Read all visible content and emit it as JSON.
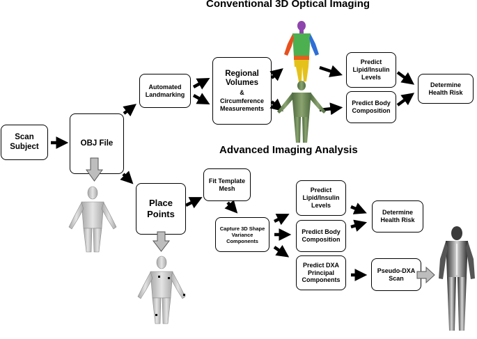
{
  "titles": {
    "conventional": "Conventional 3D Optical Imaging",
    "advanced": "Advanced Imaging Analysis"
  },
  "boxes": {
    "scan_subject": "Scan\nSubject",
    "obj_file": "OBJ File",
    "auto_landmarking": "Automated\nLandmarking",
    "regional_line1": "Regional\nVolumes",
    "regional_amp": "&",
    "regional_line2": "Circumference\nMeasurements",
    "predict_lipid_top": "Predict\nLipid/Insulin\nLevels",
    "predict_body_top": "Predict Body\nComposition",
    "determine_health_top": "Determine\nHealth Risk",
    "place_points": "Place\nPoints",
    "fit_template": "Fit Template\nMesh",
    "capture_shape": "Capture 3D Shape\nVariance\nComponents",
    "predict_lipid_bottom": "Predict\nLipid/Insulin\nLevels",
    "predict_body_bottom": "Predict Body\nComposition",
    "predict_dxa": "Predict DXA\nPrincipal\nComponents",
    "determine_health_bottom": "Determine\nHealth Risk",
    "pseudo_dxa": "Pseudo-DXA\nScan"
  },
  "icons": {
    "segmented_body": "segmented-body-figure",
    "textured_body": "textured-body-figure",
    "gray_body": "gray-mesh-body-figure",
    "points_body": "landmarked-body-figure",
    "dxa_scan": "dxa-scan-image"
  },
  "colors": {
    "arrow": "#000000",
    "gray_arrow_fill": "#bdbdbd",
    "segment_head": "#8e44ad",
    "segment_torso": "#4caf50",
    "segment_arm_left": "#e8501e",
    "segment_arm_right": "#2f6fd6",
    "segment_legs": "#e5c21b",
    "textured_body": "#6f8a5a",
    "mesh_body": "#d0d0d0"
  }
}
